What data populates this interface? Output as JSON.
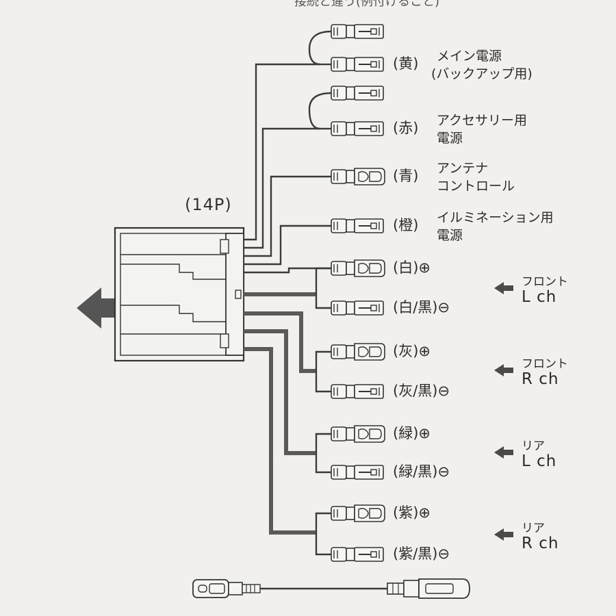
{
  "top_note": "接続と違う(例付けること)",
  "connector_label": "(14P)",
  "wires": [
    {
      "color": "(黄)",
      "line1": "メイン電源",
      "line2": "(バックアップ用)",
      "terminal": "pin"
    },
    {
      "color": "(赤)",
      "line1": "アクセサリー用",
      "line2": "電源",
      "terminal": "pin"
    },
    {
      "color": "(青)",
      "line1": "アンテナ",
      "line2": "コントロール",
      "terminal": "socket"
    },
    {
      "color": "(橙)",
      "line1": "イルミネーション用",
      "line2": "電源",
      "terminal": "pin"
    },
    {
      "color": "(白)⊕",
      "line1": "",
      "line2": "",
      "terminal": "socket"
    },
    {
      "color": "(白/黒)⊖",
      "line1": "",
      "line2": "",
      "terminal": "pin"
    },
    {
      "color": "(灰)⊕",
      "line1": "",
      "line2": "",
      "terminal": "socket"
    },
    {
      "color": "(灰/黒)⊖",
      "line1": "",
      "line2": "",
      "terminal": "pin"
    },
    {
      "color": "(緑)⊕",
      "line1": "",
      "line2": "",
      "terminal": "socket"
    },
    {
      "color": "(緑/黒)⊖",
      "line1": "",
      "line2": "",
      "terminal": "pin"
    },
    {
      "color": "(紫)⊕",
      "line1": "",
      "line2": "",
      "terminal": "socket"
    },
    {
      "color": "(紫/黒)⊖",
      "line1": "",
      "line2": "",
      "terminal": "pin"
    }
  ],
  "speakers": [
    {
      "name": "フロント",
      "ch": "L ch"
    },
    {
      "name": "フロント",
      "ch": "R ch"
    },
    {
      "name": "リア",
      "ch": "L ch"
    },
    {
      "name": "リア",
      "ch": "R ch"
    }
  ],
  "colors": {
    "line": "#3a3a3a",
    "speaker_wire": "#5a5a5a",
    "background": "#f1f0ee"
  }
}
